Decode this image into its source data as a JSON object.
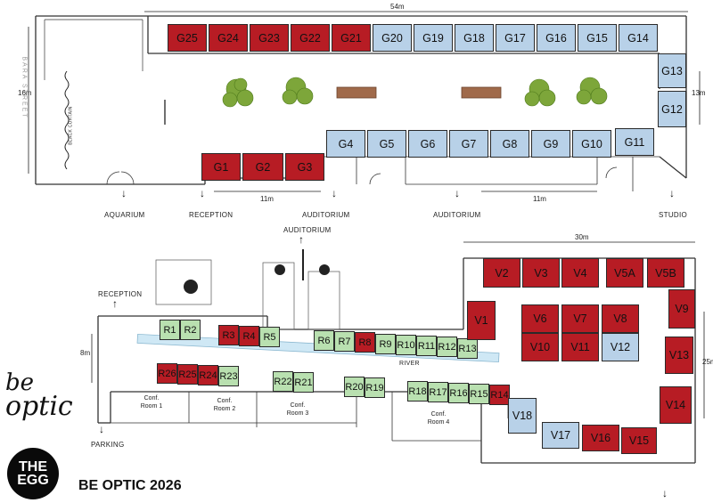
{
  "dimensions": {
    "top_width": "54m",
    "top_height_left": "16m",
    "top_height_right": "13m",
    "top_bottom_a": "11m",
    "top_bottom_b": "11m",
    "lower_width": "30m",
    "lower_height_left": "8m",
    "lower_height_right": "25m"
  },
  "labels": {
    "street": "BARA STREET",
    "curtain": "BLACK CURTAIN",
    "river": "RIVER",
    "aquarium": "AQUARIUM",
    "reception_top": "RECEPTION",
    "auditorium_1": "AUDITORIUM",
    "auditorium_2": "AUDITORIUM",
    "studio": "STUDIO",
    "auditorium_top": "AUDITORIUM",
    "reception_left": "RECEPTION",
    "parking": "PARKING"
  },
  "rooms": {
    "conf1": "Conf.\nRoom 1",
    "conf2": "Conf.\nRoom 2",
    "conf3": "Conf.\nRoom 3",
    "conf4": "Conf.\nRoom 4"
  },
  "footer": {
    "title": "BE OPTIC 2026",
    "logo_be": "be",
    "logo_optic": "optic",
    "logo_egg_1": "THE",
    "logo_egg_2": "EGG"
  },
  "colors": {
    "taken": "#b71c24",
    "available_g": "#b8d1e8",
    "available_r": "#b9e0b0",
    "river": "#cfe8f5"
  },
  "booths": {
    "G25": "G25",
    "G24": "G24",
    "G23": "G23",
    "G22": "G22",
    "G21": "G21",
    "G20": "G20",
    "G19": "G19",
    "G18": "G18",
    "G17": "G17",
    "G16": "G16",
    "G15": "G15",
    "G14": "G14",
    "G13": "G13",
    "G12": "G12",
    "G1": "G1",
    "G2": "G2",
    "G3": "G3",
    "G4": "G4",
    "G5": "G5",
    "G6": "G6",
    "G7": "G7",
    "G8": "G8",
    "G9": "G9",
    "G10": "G10",
    "G11": "G11",
    "R1": "R1",
    "R2": "R2",
    "R3": "R3",
    "R4": "R4",
    "R5": "R5",
    "R6": "R6",
    "R7": "R7",
    "R8": "R8",
    "R9": "R9",
    "R10": "R10",
    "R11": "R11",
    "R12": "R12",
    "R13": "R13",
    "R14": "R14",
    "R15": "R15",
    "R16": "R16",
    "R17": "R17",
    "R18": "R18",
    "R19": "R19",
    "R20": "R20",
    "R21": "R21",
    "R22": "R22",
    "R23": "R23",
    "R24": "R24",
    "R25": "R25",
    "R26": "R26",
    "V1": "V1",
    "V2": "V2",
    "V3": "V3",
    "V4": "V4",
    "V5A": "V5A",
    "V5B": "V5B",
    "V6": "V6",
    "V7": "V7",
    "V8": "V8",
    "V9": "V9",
    "V10": "V10",
    "V11": "V11",
    "V12": "V12",
    "V13": "V13",
    "V14": "V14",
    "V15": "V15",
    "V16": "V16",
    "V17": "V17",
    "V18": "V18"
  }
}
